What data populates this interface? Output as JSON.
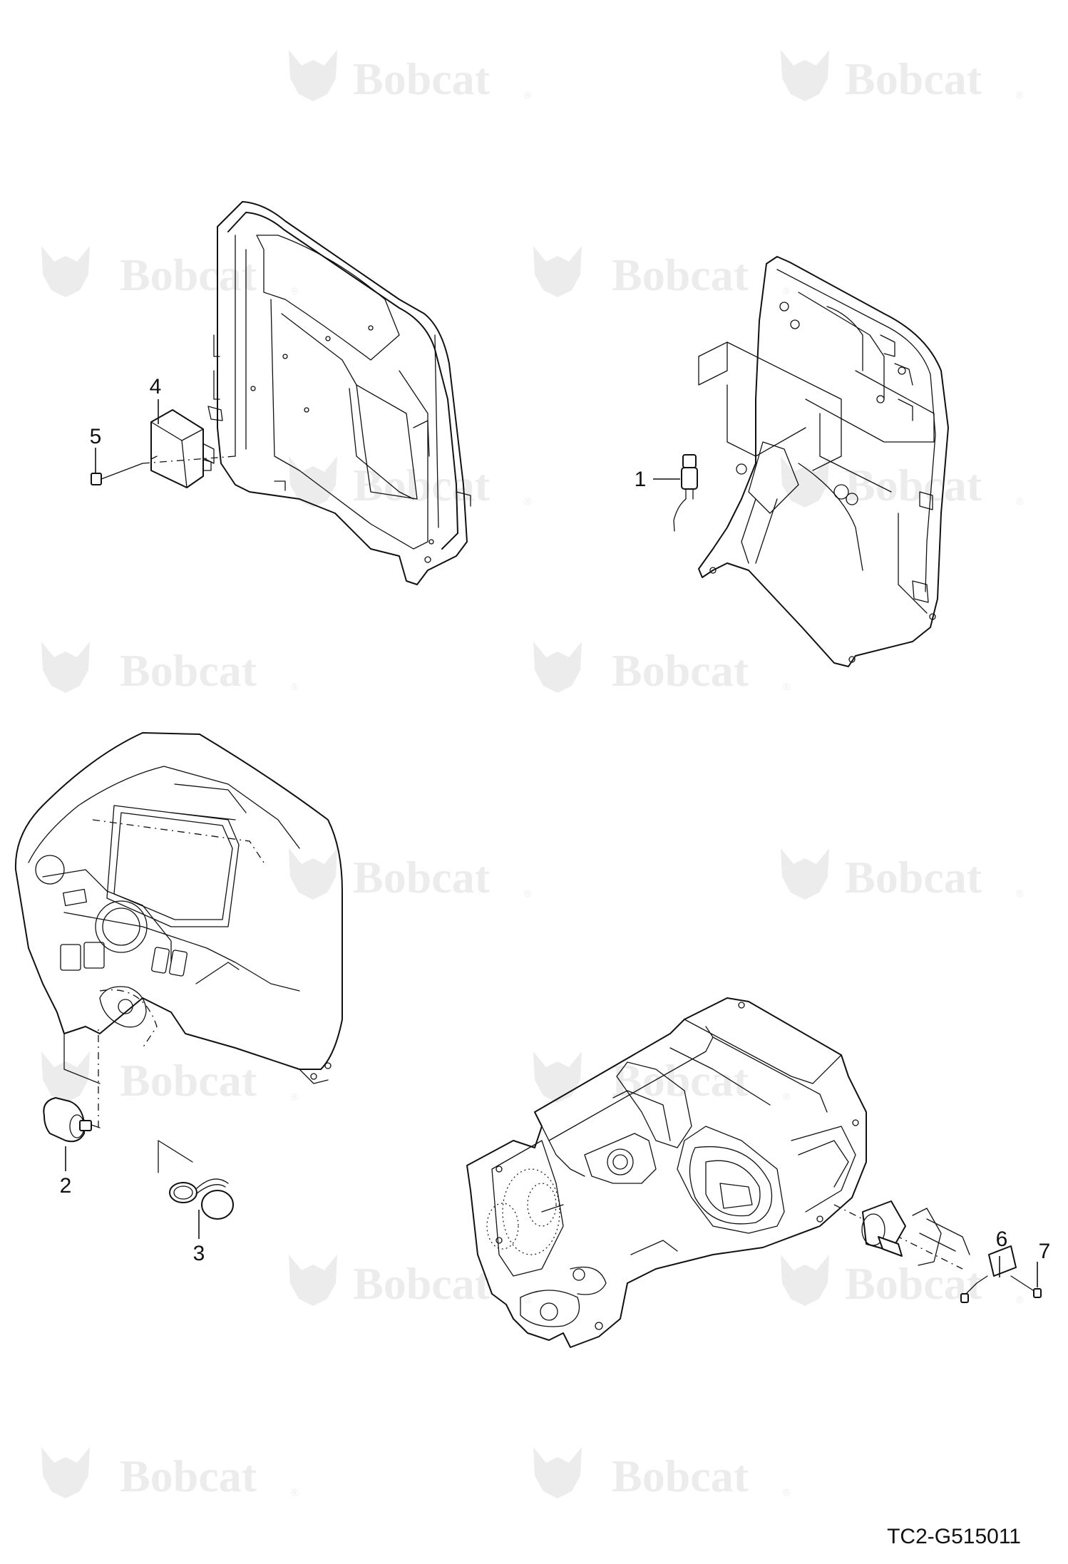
{
  "watermark": {
    "brand": "Bobcat",
    "mark": "®",
    "logo_icon": "bobcat-head-icon"
  },
  "callouts": {
    "c1": "1",
    "c2": "2",
    "c3": "3",
    "c4": "4",
    "c5": "5",
    "c6": "6",
    "c7": "7"
  },
  "drawing_code": "TC2-G515011",
  "icons": {
    "front_panel": "panel-frame-rear-icon",
    "pedal_frame": "pedal-support-frame-icon",
    "dashboard": "dashboard-cover-icon",
    "housing": "transmission-housing-icon"
  }
}
